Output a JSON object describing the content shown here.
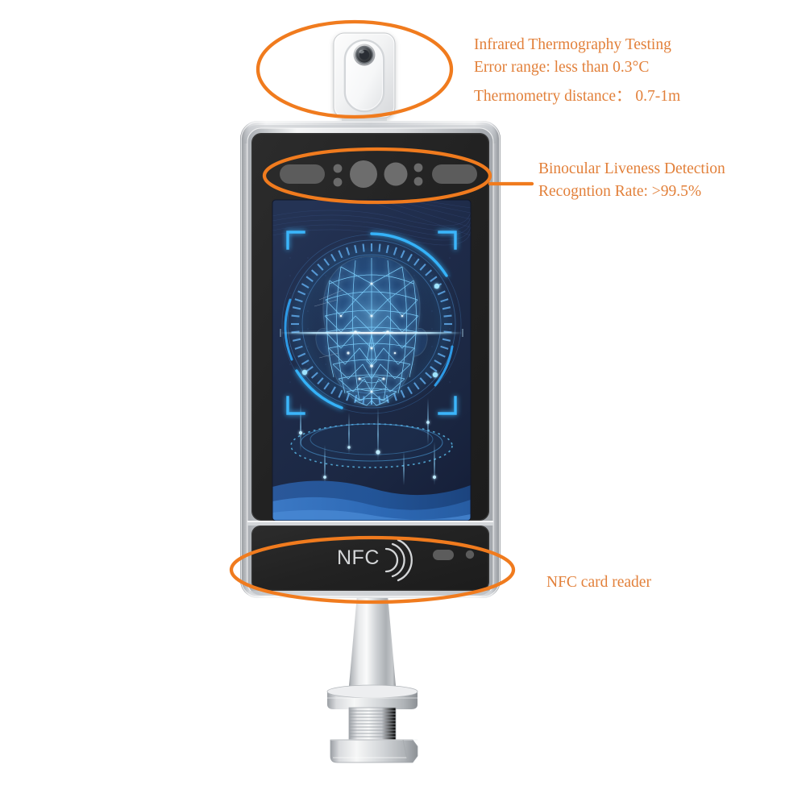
{
  "product": {
    "name": "face-recognition-thermometer-terminal",
    "nfc_label": "NFC"
  },
  "annotations": [
    {
      "id": "infrared-thermography",
      "lines": [
        "Infrared Thermography Testing",
        "Error range: less than 0.3°C",
        "Thermometry distance：   0.7-1m"
      ]
    },
    {
      "id": "binocular-liveness",
      "lines": [
        "Binocular Liveness Detection",
        "Recogntion Rate: >99.5%"
      ]
    },
    {
      "id": "nfc-card-reader",
      "lines": [
        "NFC card reader"
      ]
    }
  ],
  "colors": {
    "callout_text": "#E2803A",
    "callout_ellipse": "#F07B1E",
    "bezel_light": "#E9EAEC",
    "bezel_mid": "#B9BCC1",
    "bezel_dark": "#8E9297",
    "glass_black": "#242424",
    "screen_navy": "#1E2A4A",
    "screen_accent": "#2BA7F5",
    "metal_light": "#F2F3F4",
    "metal_mid": "#C3C6CA",
    "metal_dark": "#8A8E93"
  },
  "screen": {
    "type": "face-recognition-scan-ui",
    "elements": [
      "corner-brackets",
      "wireframe-face-mesh",
      "concentric-scan-rings",
      "tick-ring",
      "horizontal-scan-line",
      "elliptical-platform",
      "light-streaks",
      "wave-bands"
    ]
  },
  "sensor_bar": {
    "items": [
      "ir-fill-light-left",
      "indicator-dots-left",
      "camera-lens-primary",
      "camera-lens-secondary",
      "indicator-dots-right",
      "ir-fill-light-right"
    ]
  }
}
